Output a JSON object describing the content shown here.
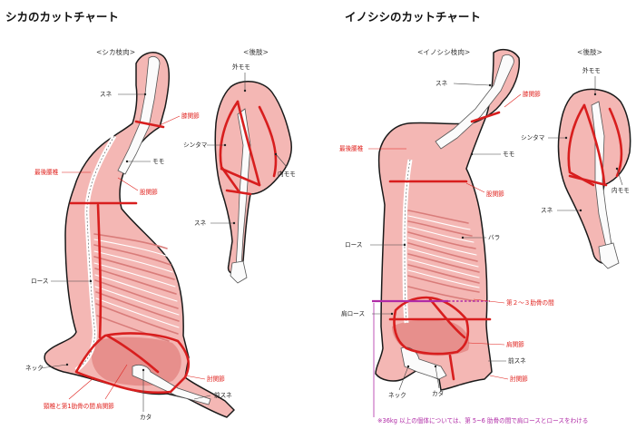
{
  "deer": {
    "title": "シカのカットチャート",
    "carcass_section": "<シカ枝肉>",
    "hindleg_section": "<後肢>",
    "labels": {
      "sune": "スネ",
      "knee_joint": "膝関節",
      "last_lumbar": "最後腰椎",
      "momo": "モモ",
      "hip_joint": "股関節",
      "loin": "ロース",
      "neck": "ネック",
      "cervical_first_rib": "頸椎と第1肋骨の間",
      "shoulder_joint": "肩関節",
      "kata": "カタ",
      "elbow_joint": "肘関節",
      "fore_shank": "前スネ"
    },
    "hind_labels": {
      "soto_momo": "外モモ",
      "shintama": "シンタマ",
      "uchi_momo": "内モモ",
      "sune": "スネ"
    }
  },
  "boar": {
    "title": "イノシシのカットチャート",
    "carcass_section": "<イノシシ枝肉>",
    "hindleg_section": "<後肢>",
    "labels": {
      "sune": "スネ",
      "knee_joint": "膝関節",
      "last_lumbar": "最後腰椎",
      "momo": "モモ",
      "hip_joint": "股関節",
      "loin": "ロース",
      "bara": "バラ",
      "rib_2_3": "第２～３肋骨の間",
      "shoulder_loin": "肩ロース",
      "shoulder_joint": "肩関節",
      "fore_shank": "前スネ",
      "elbow_joint": "肘関節",
      "neck": "ネック",
      "kata": "カタ"
    },
    "hind_labels": {
      "soto_momo": "外モモ",
      "shintama": "シンタマ",
      "uchi_momo": "内モモ",
      "sune": "スネ"
    },
    "note": "※36kg 以上の個体については、第 5~6 肋骨の間で肩ロースとロースをわける"
  }
}
